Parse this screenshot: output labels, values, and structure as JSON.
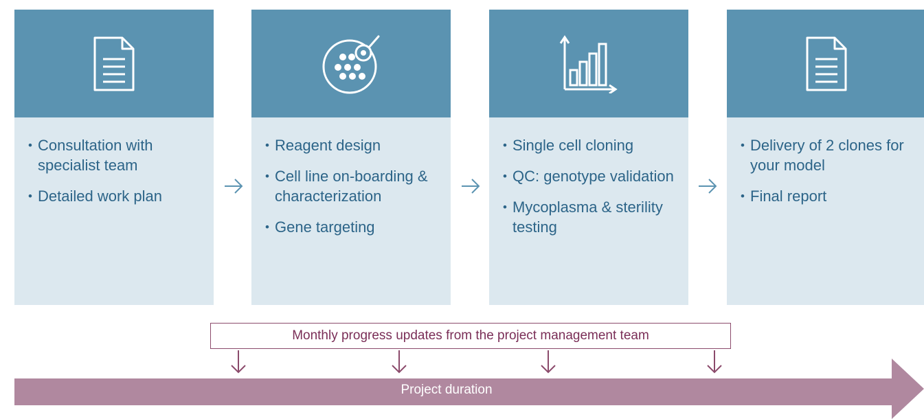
{
  "steps": [
    {
      "icon": "document-icon",
      "items": [
        "Consultation with specialist team",
        "Detailed work plan"
      ]
    },
    {
      "icon": "cell-dish-icon",
      "items": [
        "Reagent design",
        "Cell line on-boarding & characterization",
        "Gene targeting"
      ]
    },
    {
      "icon": "bar-chart-icon",
      "items": [
        "Single cell cloning",
        "QC: genotype validation",
        "Mycoplasma & sterility testing"
      ]
    },
    {
      "icon": "document-icon",
      "items": [
        "Delivery of 2 clones for your model",
        "Final report"
      ]
    }
  ],
  "updates": {
    "label": "Monthly progress updates from the project management team"
  },
  "timeline": {
    "label": "Project duration"
  },
  "colors": {
    "header": "#5b93b1",
    "body": "#dce8ef",
    "text": "#2c6488",
    "accent": "#7a2e57",
    "timeline": "#b0889f"
  }
}
